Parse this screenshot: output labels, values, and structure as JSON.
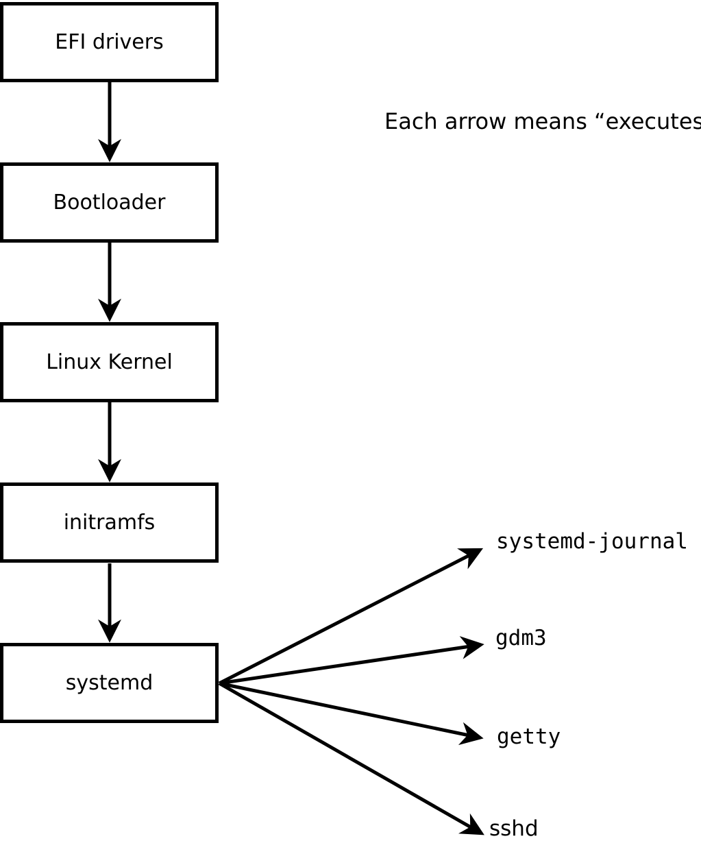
{
  "note": "Each arrow means “executes”.",
  "flow": [
    {
      "id": "efi",
      "label": "EFI drivers"
    },
    {
      "id": "bootloader",
      "label": "Bootloader"
    },
    {
      "id": "kernel",
      "label": "Linux Kernel"
    },
    {
      "id": "initramfs",
      "label": "initramfs"
    },
    {
      "id": "systemd",
      "label": "systemd"
    }
  ],
  "processes": [
    {
      "id": "systemd-journal",
      "label": "systemd-journal"
    },
    {
      "id": "gdm3",
      "label": "gdm3"
    },
    {
      "id": "getty",
      "label": "getty"
    },
    {
      "id": "sshd",
      "label": "sshd"
    }
  ],
  "edges": [
    {
      "from": "EFI drivers",
      "to": "Bootloader",
      "meaning": "executes"
    },
    {
      "from": "Bootloader",
      "to": "Linux Kernel",
      "meaning": "executes"
    },
    {
      "from": "Linux Kernel",
      "to": "initramfs",
      "meaning": "executes"
    },
    {
      "from": "initramfs",
      "to": "systemd",
      "meaning": "executes"
    },
    {
      "from": "systemd",
      "to": "systemd-journal",
      "meaning": "executes"
    },
    {
      "from": "systemd",
      "to": "gdm3",
      "meaning": "executes"
    },
    {
      "from": "systemd",
      "to": "getty",
      "meaning": "executes"
    },
    {
      "from": "systemd",
      "to": "sshd",
      "meaning": "executes"
    }
  ],
  "colors": {
    "foreground": "#000000",
    "background": "#ffffff",
    "box_fill": "#ffffff"
  }
}
